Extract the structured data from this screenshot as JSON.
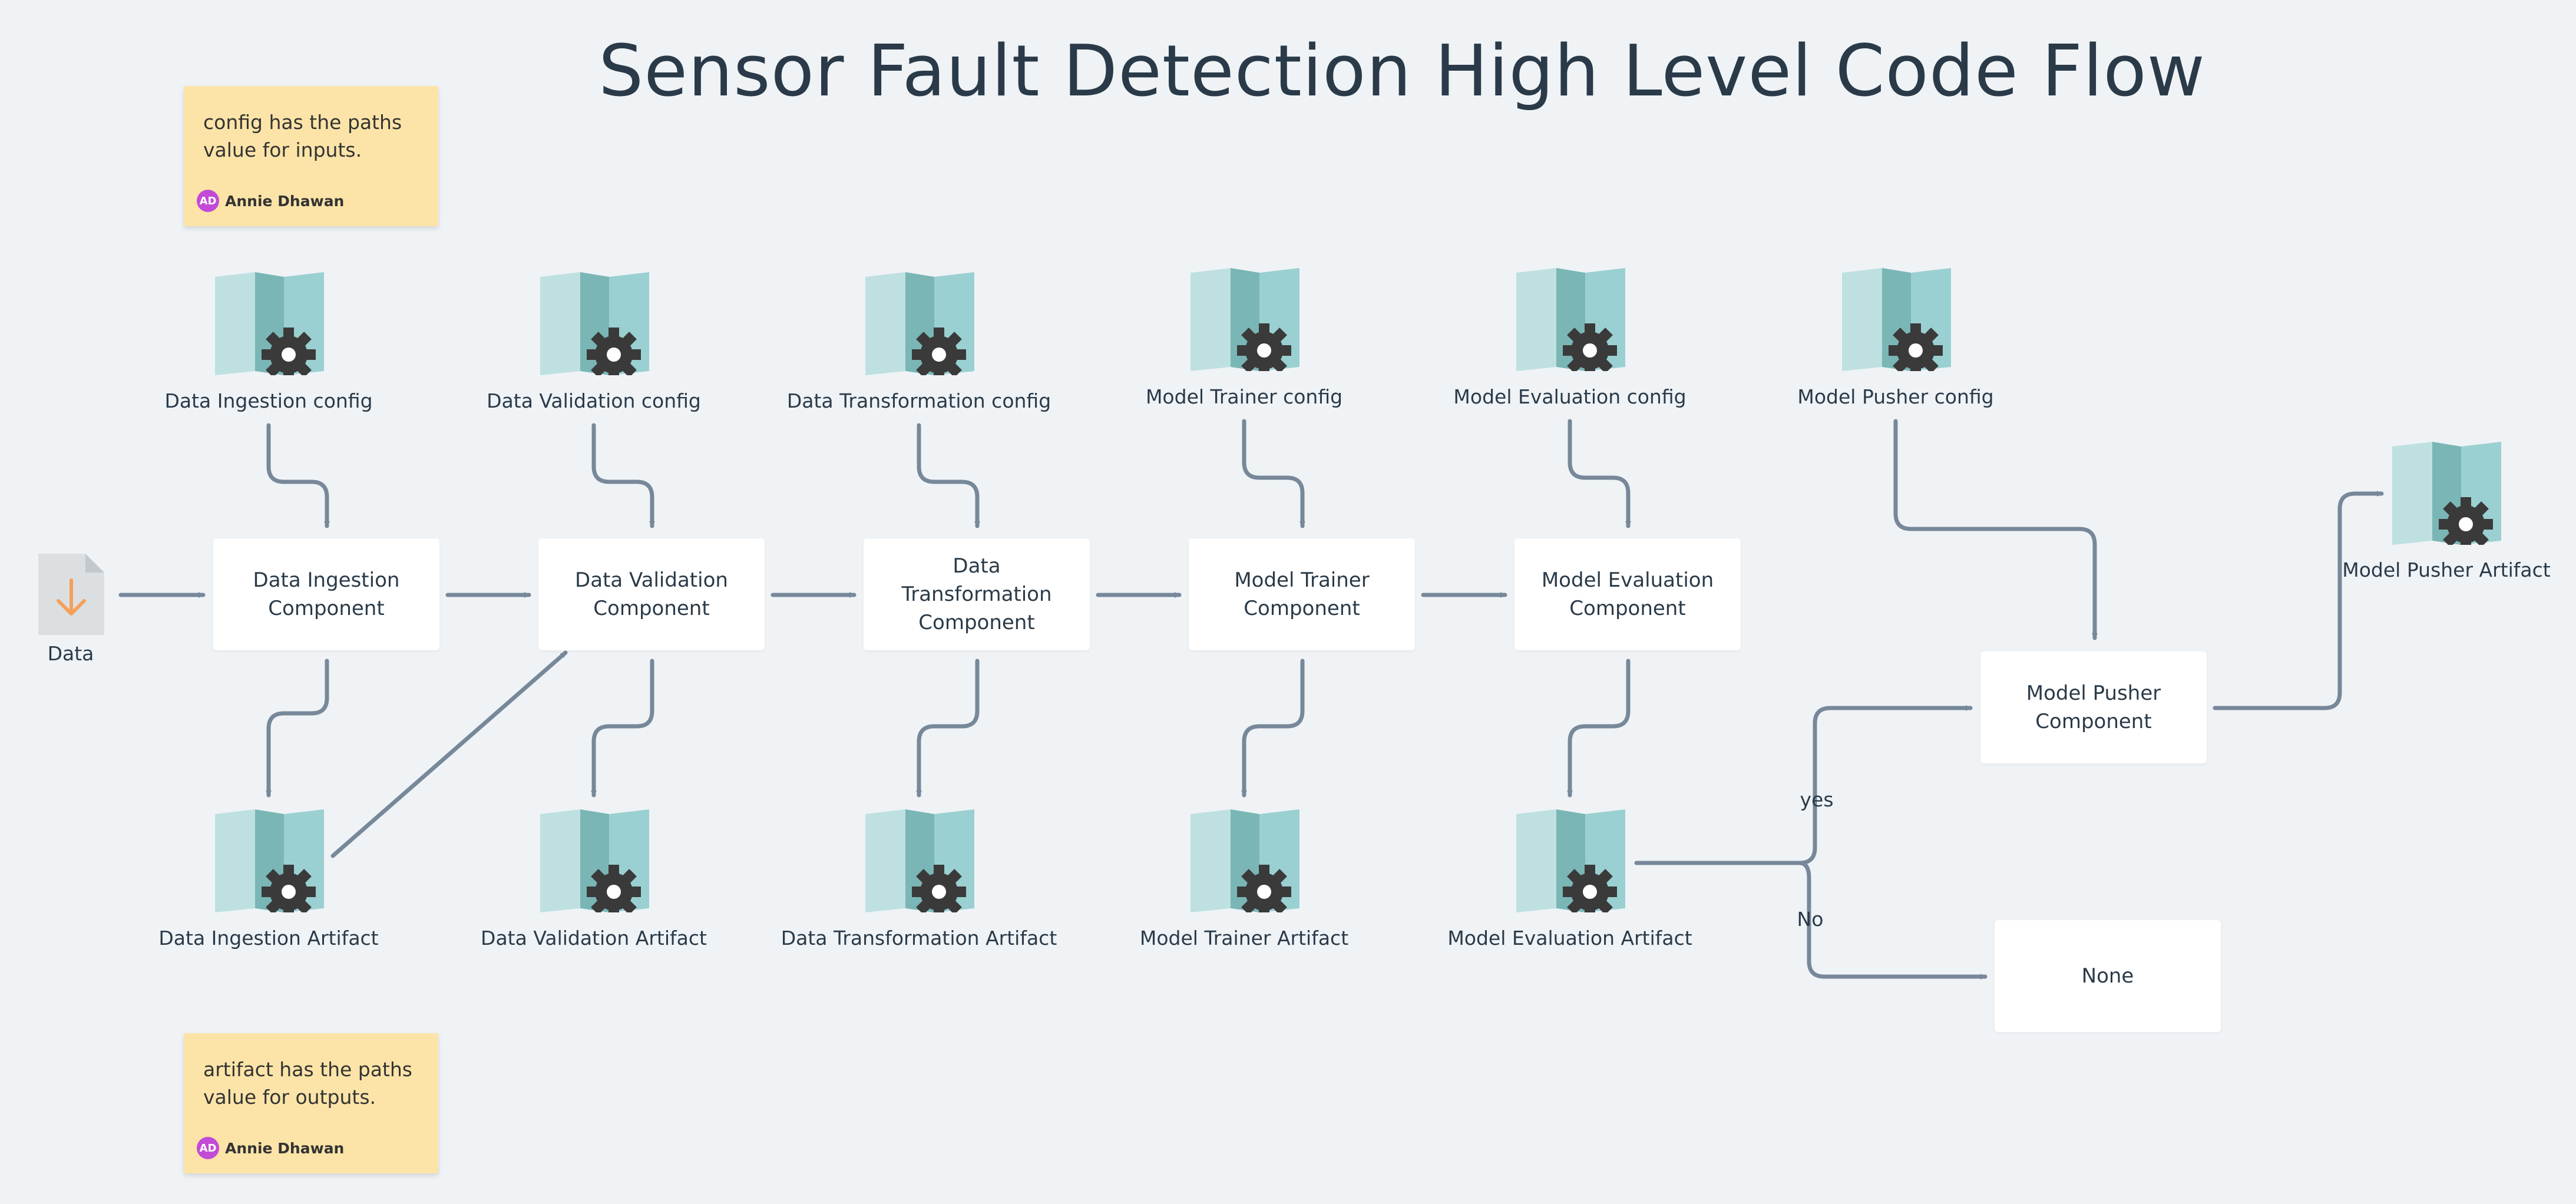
{
  "title": "Sensor Fault Detection High Level Code Flow",
  "notes": [
    {
      "text": "config has the paths value for inputs.",
      "author": "Annie Dhawan",
      "initials": "AD"
    },
    {
      "text": "artifact has the paths value for outputs.",
      "author": "Annie Dhawan",
      "initials": "AD"
    }
  ],
  "data_label": "Data",
  "configs": [
    "Data Ingestion config",
    "Data Validation config",
    "Data Transformation config",
    "Model Trainer config",
    "Model Evaluation  config",
    "Model Pusher config"
  ],
  "components": [
    "Data Ingestion Component",
    "Data Validation Component",
    "Data Transformation Component",
    "Model Trainer Component",
    "Model Evaluation Component"
  ],
  "artifacts": [
    "Data Ingestion Artifact",
    "Data Validation Artifact",
    "Data Transformation Artifact",
    "Model Trainer Artifact",
    "Model Evaluation  Artifact"
  ],
  "pusher_component": "Model Pusher Component",
  "pusher_artifact": "Model Pusher Artifact",
  "none_box": "None",
  "edge_yes": "yes",
  "edge_no": "No",
  "colors": {
    "background": "#eff3f6",
    "connector": "#77889a",
    "note": "#fce4a8",
    "icon_light": "#bfe0e1",
    "icon_mid": "#9ad0d1",
    "icon_dark": "#7ab6b6",
    "gear": "#3a3a3a",
    "avatar": "#c34ad6",
    "data_arrow": "#f5a05a"
  }
}
